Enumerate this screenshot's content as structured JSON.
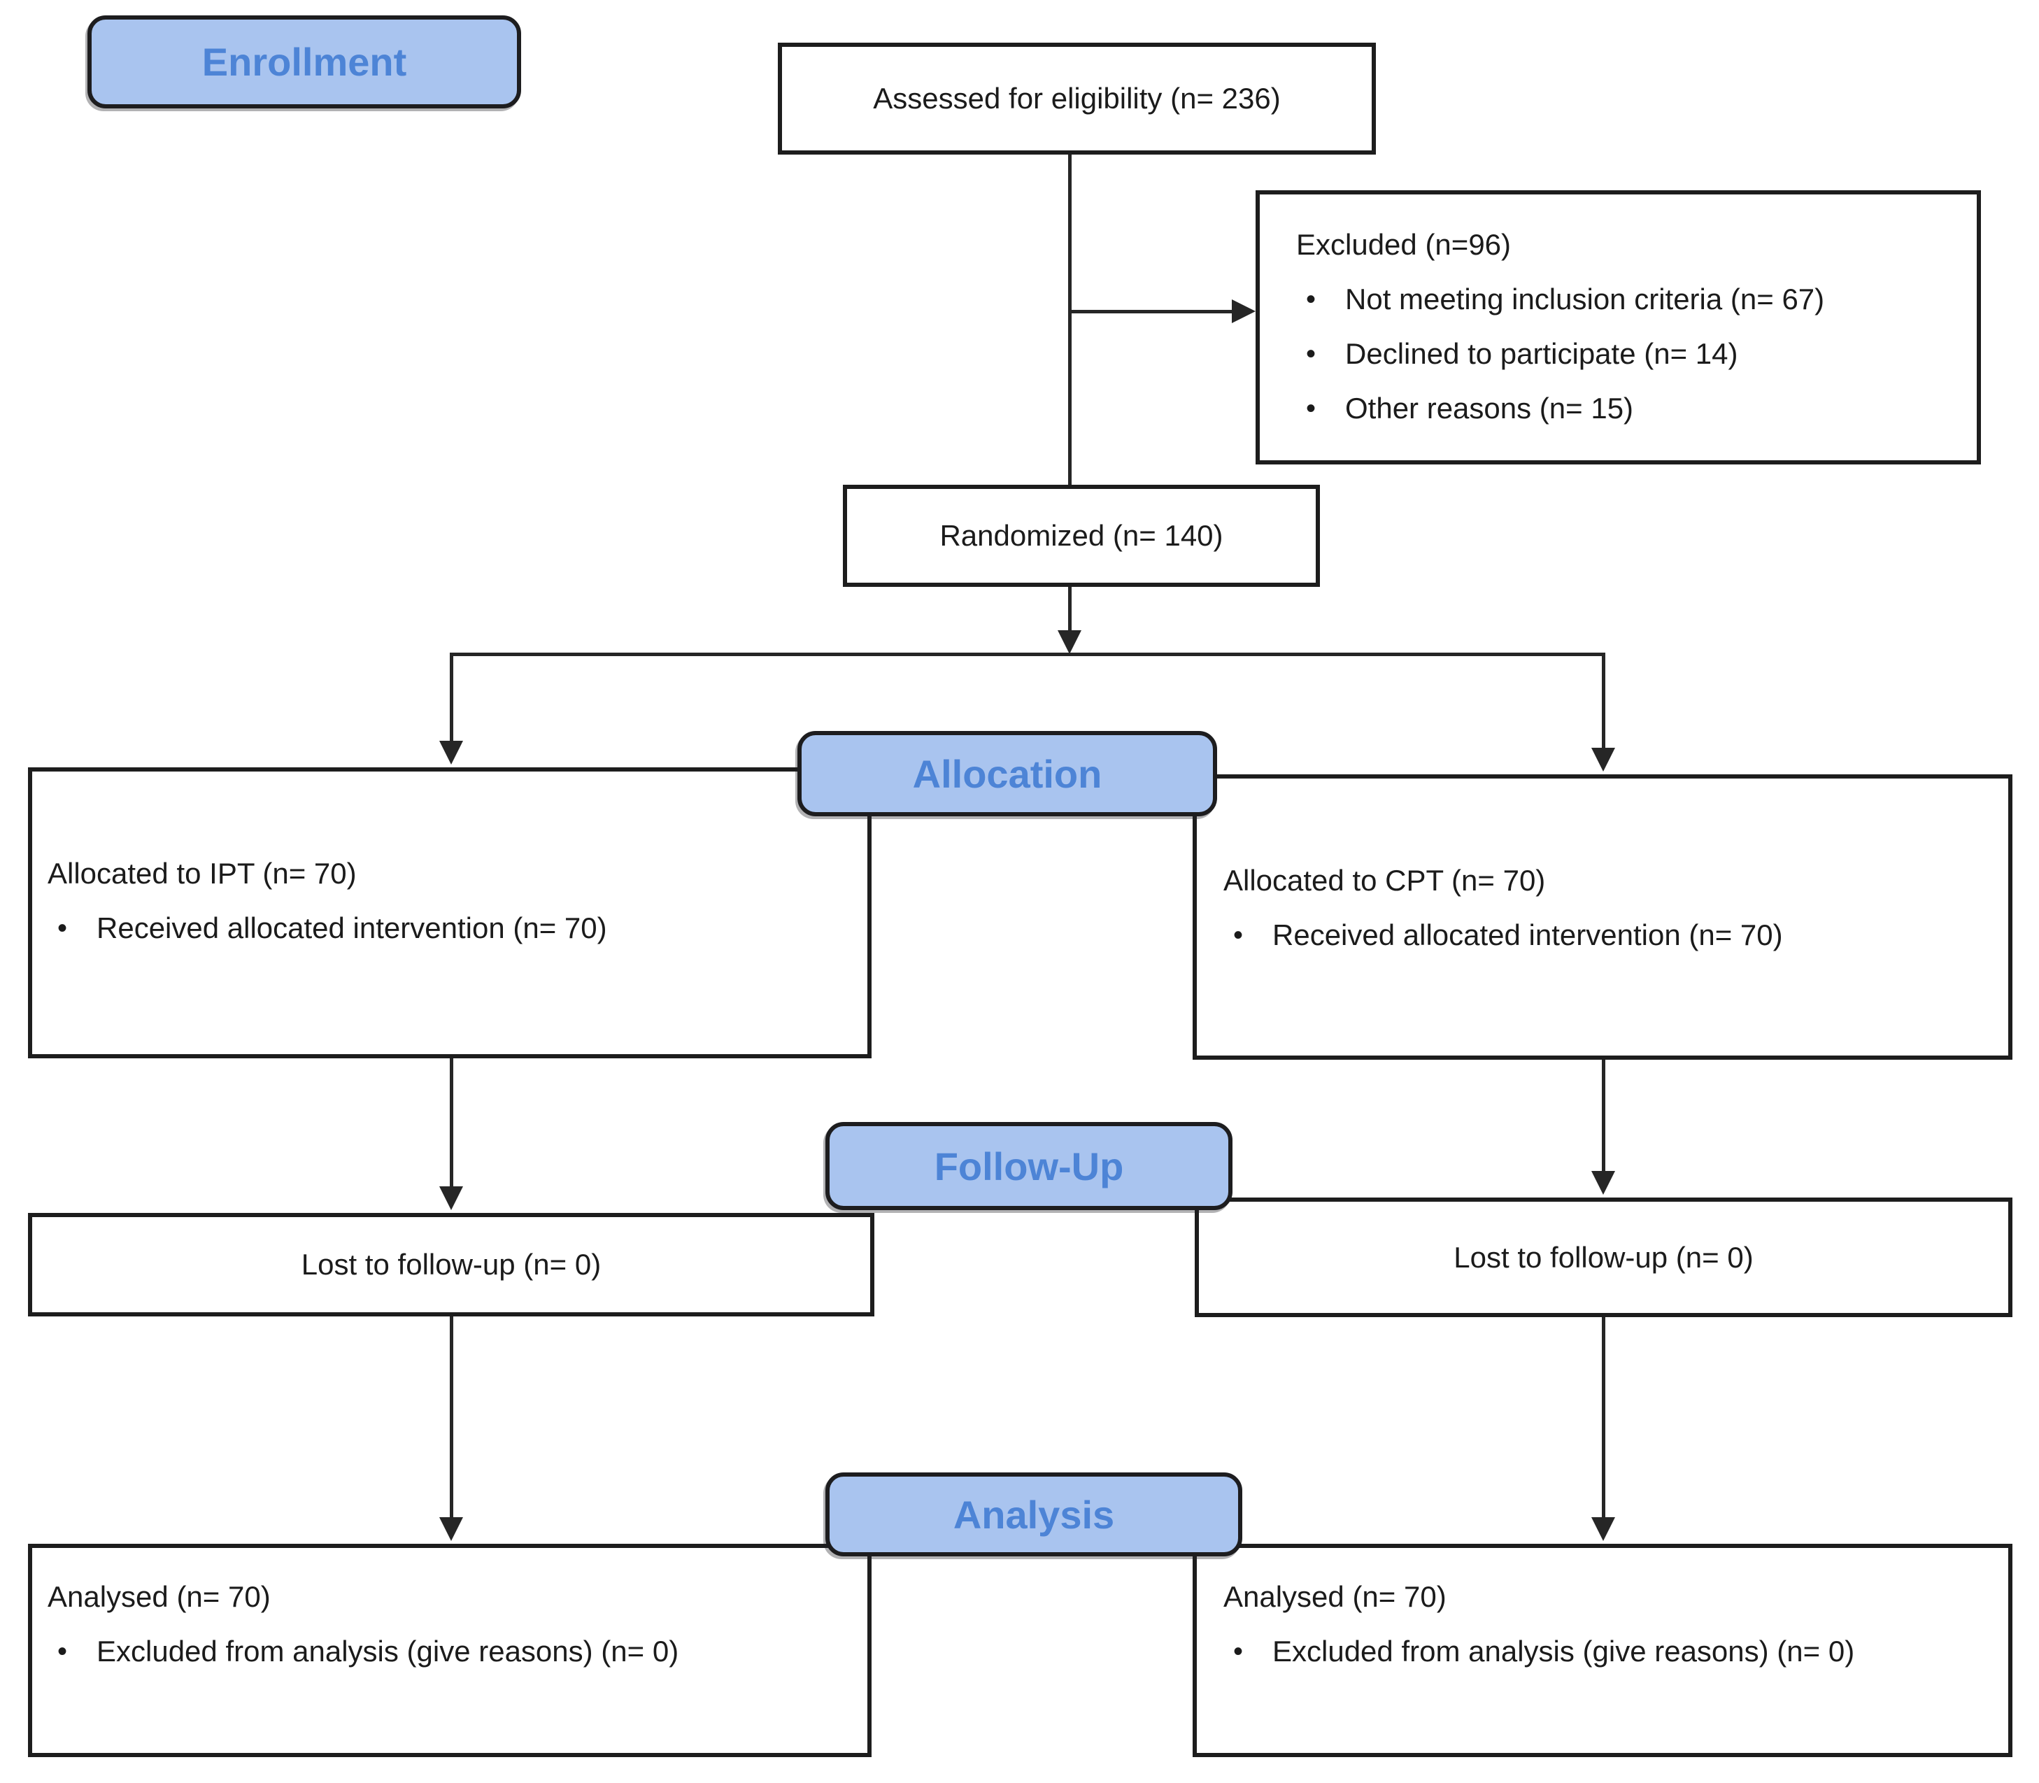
{
  "diagram": {
    "type": "consort-flow-diagram",
    "stage_labels": {
      "enrollment": "Enrollment",
      "allocation": "Allocation",
      "followup": "Follow-Up",
      "analysis": "Analysis"
    },
    "nodes": {
      "assessed": {
        "text": "Assessed for eligibility (n= 236)"
      },
      "excluded": {
        "title": "Excluded (n=96)",
        "bullets": [
          "Not meeting inclusion criteria (n= 67)",
          "Declined to participate (n= 14)",
          "Other reasons (n= 15)"
        ]
      },
      "randomized": {
        "text": "Randomized (n= 140)"
      },
      "alloc_left": {
        "title": "Allocated to IPT (n= 70)",
        "bullets": [
          "Received allocated intervention (n= 70)"
        ]
      },
      "alloc_right": {
        "title": "Allocated to CPT (n= 70)",
        "bullets": [
          "Received allocated intervention (n= 70)"
        ]
      },
      "lost_left": {
        "text": "Lost to follow-up (n= 0)"
      },
      "lost_right": {
        "text": "Lost to follow-up (n= 0)"
      },
      "analysed_left": {
        "title": "Analysed (n= 70)",
        "bullets": [
          "Excluded from analysis (give reasons) (n= 0)"
        ]
      },
      "analysed_right": {
        "title": "Analysed (n= 70)",
        "bullets": [
          "Excluded from analysis (give reasons) (n= 0)"
        ]
      }
    },
    "bullet_char": "•",
    "colors": {
      "label_fill": "#a9c4ef",
      "label_text": "#4d84d6",
      "line": "#262626"
    }
  }
}
